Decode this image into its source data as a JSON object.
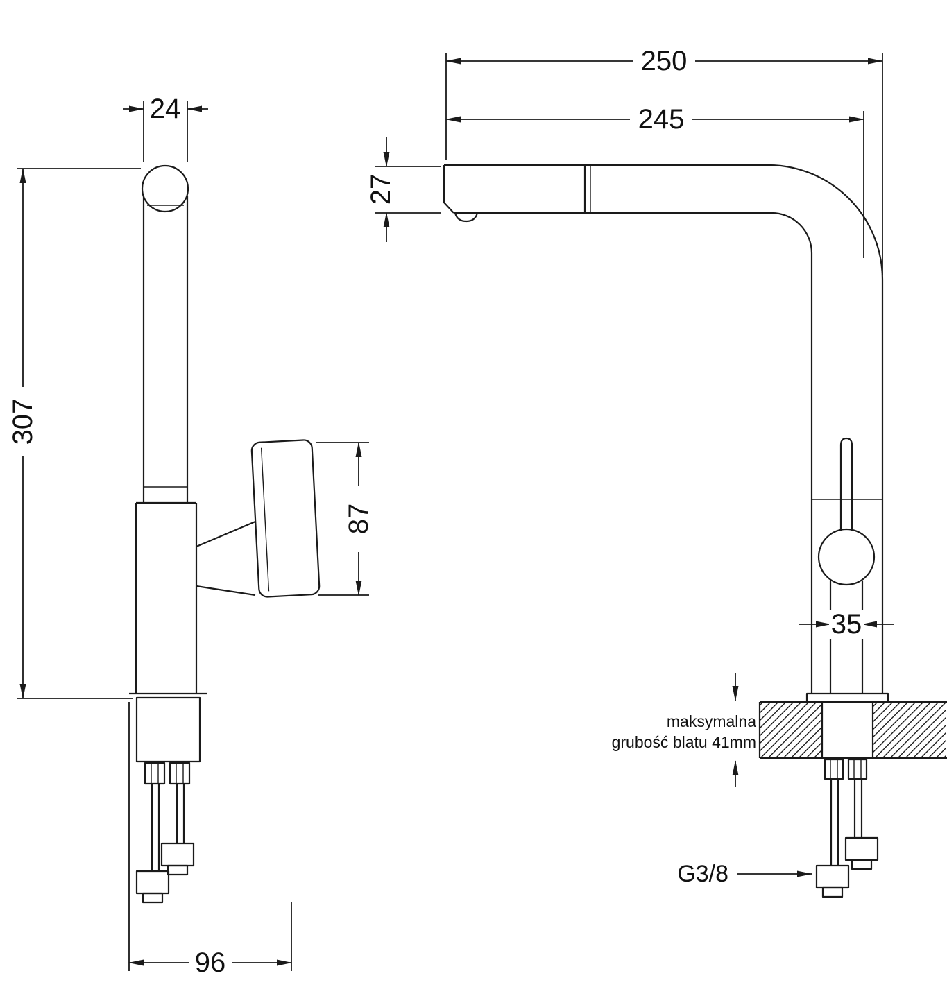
{
  "dimensions": {
    "spout_tube_width": "24",
    "total_height": "307",
    "base_spread": "96",
    "handle_length": "87",
    "total_reach": "250",
    "spout_reach": "245",
    "spout_height": "27",
    "body_diameter": "35"
  },
  "annotations": {
    "thread_spec": "G3/8",
    "counter_note_line1": "maksymalna",
    "counter_note_line2": "grubość blatu 41mm"
  },
  "colors": {
    "line": "#1a1a1a",
    "text": "#111111",
    "background": "#ffffff"
  }
}
